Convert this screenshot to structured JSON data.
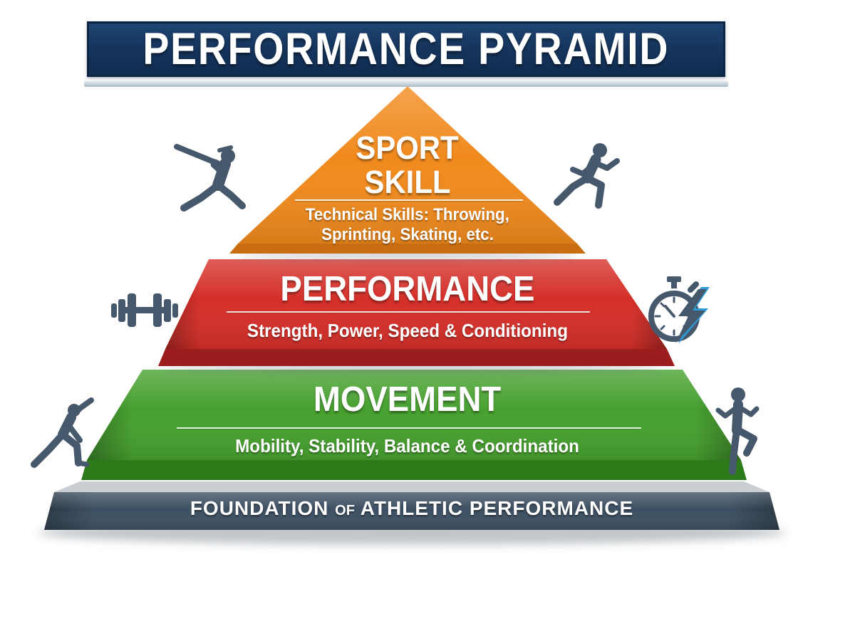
{
  "header": {
    "title": "PERFORMANCE PYRAMID"
  },
  "pyramid": {
    "levels": [
      {
        "name": "sport-skill",
        "title_line1": "SPORT",
        "title_line2": "SKILL",
        "subtitle_line1": "Technical Skills: Throwing,",
        "subtitle_line2": "Sprinting, Skating, etc."
      },
      {
        "name": "performance",
        "title": "PERFORMANCE",
        "subtitle": "Strength, Power, Speed & Conditioning"
      },
      {
        "name": "movement",
        "title": "MOVEMENT",
        "subtitle": "Mobility, Stability, Balance & Coordination"
      }
    ],
    "foundation": {
      "word1": "FOUNDATION",
      "word_small": "of",
      "word2": "ATHLETIC PERFORMANCE"
    }
  },
  "icons": {
    "top_left": "baseball-batter-icon",
    "top_right": "runner-icon",
    "middle_left": "dumbbell-icon",
    "middle_right": "stopwatch-lightning-icon",
    "bottom_left": "stretching-person-icon",
    "bottom_right": "balance-person-icon"
  },
  "colors": {
    "navy": "#16365f",
    "navy-dark": "#0d2342",
    "silver": "#c7d2da",
    "orange": "#f08a1d",
    "orange-dark": "#c96d13",
    "red": "#d52f29",
    "red-dark": "#9c1d1d",
    "green": "#46a02e",
    "green-dark": "#2d7a1b",
    "slate": "#3d5063",
    "slate-light": "#c9ced3",
    "icon": "#46586b",
    "bolt": "#2e9bd6",
    "white": "#ffffff"
  }
}
